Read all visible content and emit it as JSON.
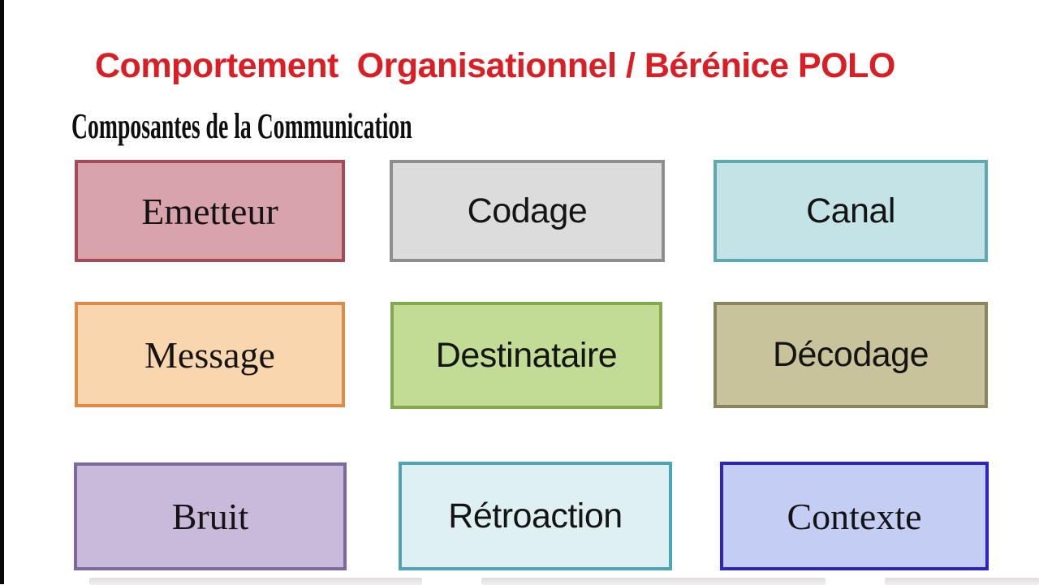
{
  "header": {
    "title": "Comportement  Organisationnel / Bérénice POLO",
    "title_color": "#da1e23",
    "subtitle": "Composantes de la Communication",
    "subtitle_color": "#0e0e0e"
  },
  "buttons": [
    {
      "label": "Emetteur",
      "font": "serif",
      "colors": {
        "edge": "#a64a55",
        "top": "#e5b6bd",
        "left": "#f0d4d8",
        "face": "#d9a3ac",
        "bottom": "#a38a8e",
        "right": "#927779"
      }
    },
    {
      "label": "Codage",
      "font": "sans",
      "colors": {
        "edge": "#8e8e90",
        "top": "#e8e8e8",
        "left": "#f3f3f3",
        "face": "#dcdcdc",
        "bottom": "#ababab",
        "right": "#979797"
      }
    },
    {
      "label": "Canal",
      "font": "sans",
      "colors": {
        "edge": "#5ea8b2",
        "top": "#d8ecee",
        "left": "#e9f5f6",
        "face": "#c4e3e7",
        "bottom": "#a3bcc0",
        "right": "#8fa9ad"
      }
    },
    {
      "label": "Message",
      "font": "serif",
      "colors": {
        "edge": "#dd8b47",
        "top": "#fbe3c8",
        "left": "#fdf0e0",
        "face": "#f9d6ae",
        "bottom": "#b79d86",
        "right": "#bb9878"
      }
    },
    {
      "label": "Destinataire",
      "font": "sans",
      "colors": {
        "edge": "#84a94c",
        "top": "#d5e5b0",
        "left": "#e4eecb",
        "face": "#c3dc95",
        "bottom": "#9aa877",
        "right": "#8a9d60"
      }
    },
    {
      "label": "Décodage",
      "font": "sans",
      "colors": {
        "edge": "#8a8560",
        "top": "#ddd8bc",
        "left": "#eae6d2",
        "face": "#c9c39c",
        "bottom": "#9b9573",
        "right": "#8b8566"
      }
    },
    {
      "label": "Bruit",
      "font": "serif",
      "colors": {
        "edge": "#7c69a0",
        "top": "#d8cfe4",
        "left": "#e6e0ee",
        "face": "#c9badb",
        "bottom": "#a396ae",
        "right": "#8d80a0"
      }
    },
    {
      "label": "Rétroaction",
      "font": "sans",
      "colors": {
        "edge": "#4ba4b8",
        "top": "#e8f4f6",
        "left": "#f2f9fa",
        "face": "#def0f2",
        "bottom": "#a9b2b4",
        "right": "#8d9da2"
      }
    },
    {
      "label": "Contexte",
      "font": "serif",
      "colors": {
        "edge": "#2b25c9",
        "top": "#d8def9",
        "left": "#e4e9fb",
        "face": "#c4cef4",
        "bottom": "#a3abcb",
        "right": "#8d95b5"
      }
    }
  ]
}
